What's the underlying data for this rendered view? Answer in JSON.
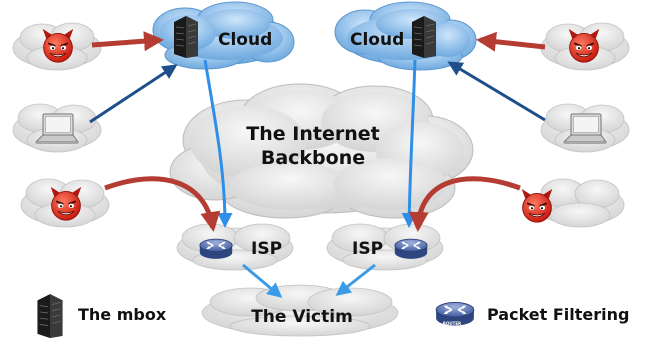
{
  "labels": {
    "cloud_left": "Cloud",
    "cloud_right": "Cloud",
    "internet_line1": "The Internet",
    "internet_line2": "Backbone",
    "isp_left": "ISP",
    "isp_right": "ISP",
    "victim": "The Victim",
    "router_text": "ROUTER"
  },
  "legend": {
    "mbox": "The mbox",
    "packet_filtering": "Packet Filtering"
  },
  "colors": {
    "cloud_blue": "#7ab6e6",
    "cloud_gray": "#e6e6e6",
    "attack_arrow": "#b43c32",
    "user_arrow": "#1e4f8a",
    "cloud_link": "#2f8fe8",
    "victim_arrow": "#3a9be8",
    "devil_face": "#e5271b"
  },
  "icons": [
    "devil-icon",
    "laptop-icon",
    "server-icon",
    "router-icon"
  ]
}
